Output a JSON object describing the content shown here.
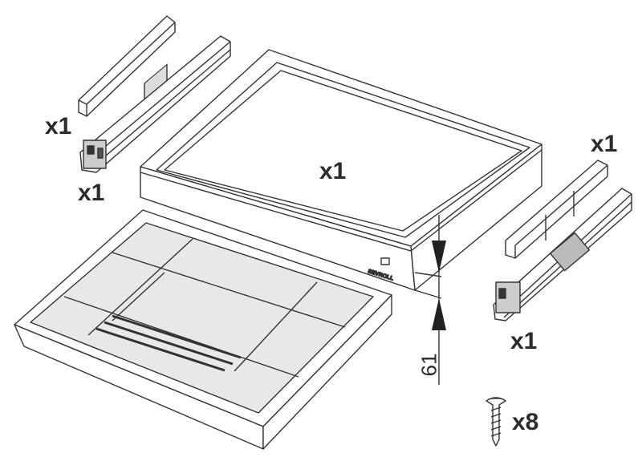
{
  "labels": {
    "left_panel_qty": "x1",
    "left_rail_qty": "x1",
    "drawer_box_qty": "x1",
    "right_panel_qty": "x1",
    "right_rail_qty": "x1",
    "screw_qty": "x8"
  },
  "dimension": {
    "height_value": "61"
  },
  "brand": {
    "logo_text": "SEVROLL"
  }
}
